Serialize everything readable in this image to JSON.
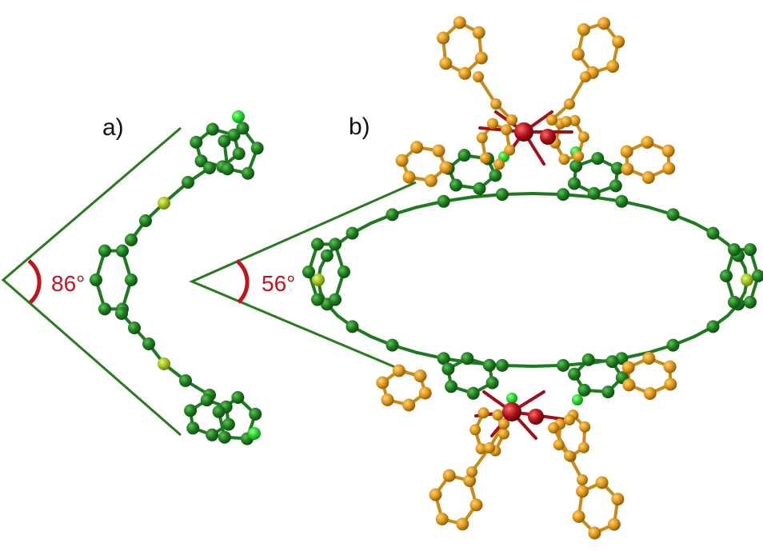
{
  "panels": [
    {
      "label": "a)",
      "angle": "86°"
    },
    {
      "label": "b)",
      "angle": "56°"
    }
  ],
  "colors": {
    "ligand_green": "#1f7a1f",
    "ligand_dark": "#0f5c14",
    "nitrogen_green": "#22d12a",
    "sulfur_yellow": "#9fbf1a",
    "phenyl_orange": "#d9941a",
    "phenyl_dark": "#a86c0a",
    "metal_red": "#b0101a",
    "angle_red": "#c0141e",
    "guide_line": "#2a7a1f"
  }
}
